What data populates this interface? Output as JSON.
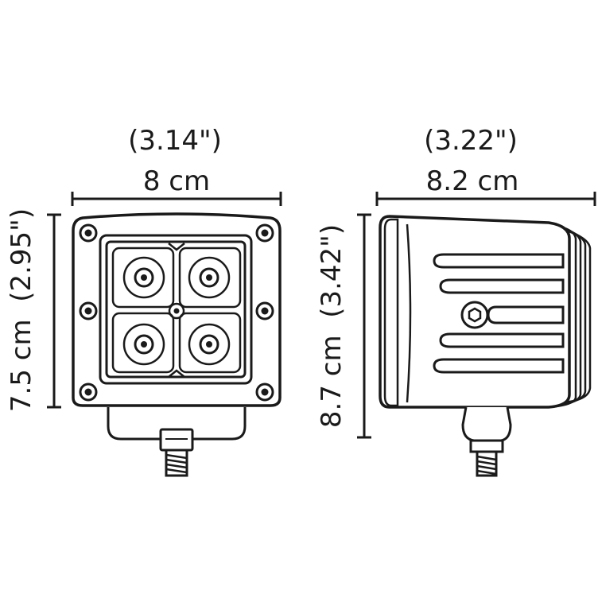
{
  "front_view": {
    "width_in": "(3.14\")",
    "width_cm": "8 cm",
    "height_label": "7.5 cm  (2.95\")"
  },
  "side_view": {
    "width_in": "(3.22\")",
    "width_cm": "8.2 cm",
    "height_label": "8.7 cm  (3.42\")"
  },
  "colors": {
    "line": "#1a1a1a",
    "background": "#ffffff"
  }
}
